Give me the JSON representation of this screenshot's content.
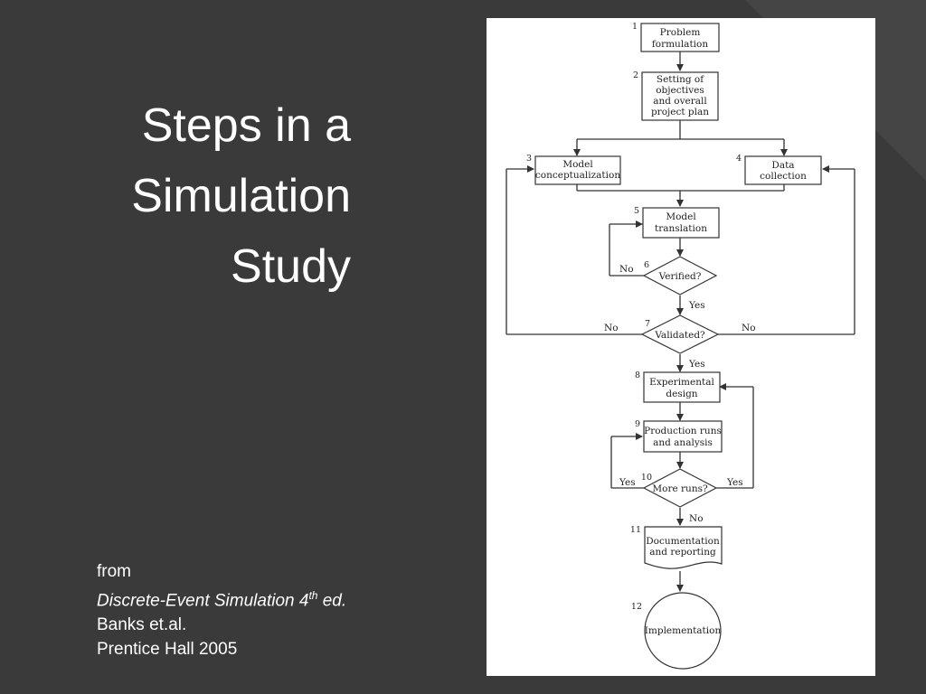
{
  "slide": {
    "title_lines": [
      "Steps in a",
      "Simulation",
      "Study"
    ],
    "citation": {
      "line1": "from",
      "book_title": "Discrete-Event Simulation 4",
      "book_sup": "th",
      "book_suffix": " ed.",
      "line3": "Banks et.al.",
      "line4": "Prentice Hall 2005"
    }
  },
  "flowchart": {
    "nodes": [
      {
        "id": "problem-formulation",
        "num": "1",
        "lines": [
          "Problem",
          "formulation"
        ]
      },
      {
        "id": "objectives",
        "num": "2",
        "lines": [
          "Setting of",
          "objectives",
          "and overall",
          "project plan"
        ]
      },
      {
        "id": "model-conceptualization",
        "num": "3",
        "lines": [
          "Model",
          "conceptualization"
        ]
      },
      {
        "id": "data-collection",
        "num": "4",
        "lines": [
          "Data",
          "collection"
        ]
      },
      {
        "id": "model-translation",
        "num": "5",
        "lines": [
          "Model",
          "translation"
        ]
      },
      {
        "id": "verified",
        "num": "6",
        "lines": [
          "Verified?"
        ]
      },
      {
        "id": "validated",
        "num": "7",
        "lines": [
          "Validated?"
        ]
      },
      {
        "id": "experimental-design",
        "num": "8",
        "lines": [
          "Experimental",
          "design"
        ]
      },
      {
        "id": "production-runs",
        "num": "9",
        "lines": [
          "Production runs",
          "and analysis"
        ]
      },
      {
        "id": "more-runs",
        "num": "10",
        "lines": [
          "More runs?"
        ]
      },
      {
        "id": "documentation",
        "num": "11",
        "lines": [
          "Documentation",
          "and reporting"
        ]
      },
      {
        "id": "implementation",
        "num": "12",
        "lines": [
          "Implementation"
        ]
      }
    ],
    "edge_labels": {
      "yes": "Yes",
      "no": "No"
    }
  }
}
